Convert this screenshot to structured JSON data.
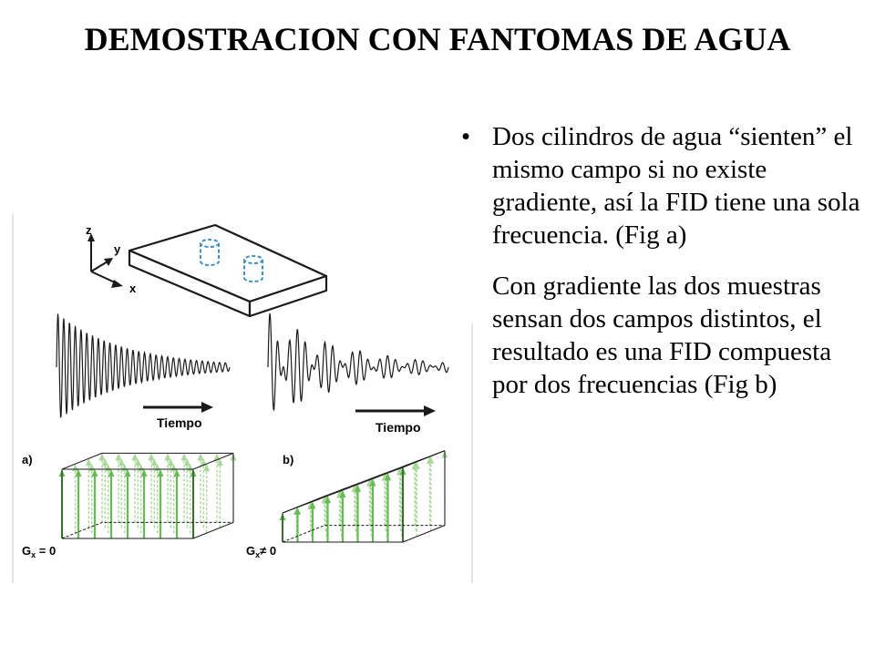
{
  "slide": {
    "title": "DEMOSTRACION CON FANTOMAS DE AGUA"
  },
  "text": {
    "bullet_symbol": "•",
    "paragraph_1": "Dos cilindros de agua “sienten” el mismo campo si no existe gradiente, así la FID tiene una sola frecuencia. (Fig a)",
    "paragraph_2": "Con gradiente las dos muestras sensan dos campos distintos, el resultado es una FID compuesta por dos frecuencias  (Fig b)"
  },
  "figure": {
    "axes": {
      "z": "z",
      "y": "y",
      "x": "x"
    },
    "fid_a": {
      "time_label": "Tiempo"
    },
    "fid_b": {
      "time_label": "Tiempo"
    },
    "panel_a": {
      "label": "a)",
      "gradient_main": "G",
      "gradient_sub": "x",
      "gradient_rest": " = 0"
    },
    "panel_b": {
      "label": "b)",
      "gradient_main": "G",
      "gradient_sub": "x",
      "gradient_rest": "≠ 0"
    },
    "colors": {
      "cylinder": "#3f8fbf",
      "arrow": "#66bb55",
      "arrow_light": "#a9d89a",
      "line": "#1a1a1a"
    }
  }
}
